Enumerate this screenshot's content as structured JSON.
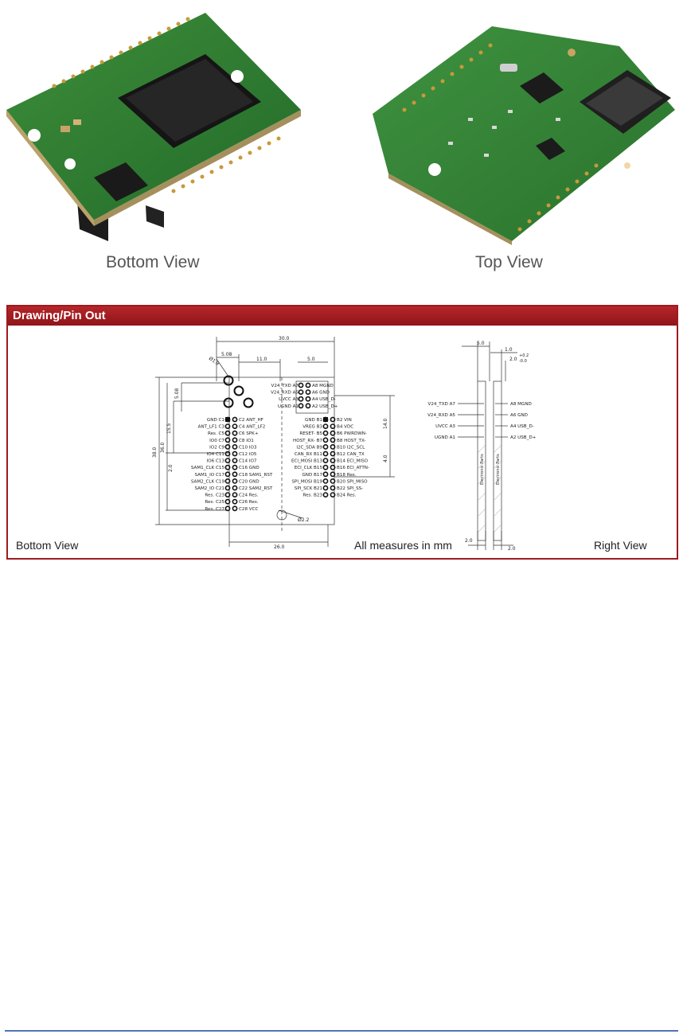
{
  "photos": {
    "bottom_caption": "Bottom View",
    "top_caption": "Top View"
  },
  "panel": {
    "title": "Drawing/Pin Out",
    "bottom_view_label": "Bottom View",
    "measures_label": "All measures in mm",
    "right_view_label": "Right View"
  },
  "dimensions": {
    "width_total": "30.0",
    "d_508_top": "5.08",
    "d_110": "11.0",
    "d_50": "5.0",
    "d_508_side": "5.08",
    "d_155": "15.5",
    "d_380": "38.0",
    "d_360": "36.0",
    "d_20": "2.0",
    "d_140": "14.0",
    "d_40": "4.0",
    "d_260": "26.0",
    "hole_top": "Ø1.9",
    "hole_bottom": "Ø2.2",
    "rv_50": "5.0",
    "rv_10": "1.0",
    "rv_20_tol": "2.0",
    "rv_tol_plus": "+0.2",
    "rv_tol_minus": "-0.0",
    "rv_bottom_20a": "2.0",
    "rv_bottom_20b": "2.0",
    "electronic_parts": "Electronic Parts"
  },
  "pins": {
    "a_left": [
      "V24_TXD A7",
      "V24_RXD A5",
      "UVCC A3",
      "UGND A1"
    ],
    "a_right": [
      "A8 MGND",
      "A6 GND",
      "A4 USB_D-",
      "A2 USB_D+"
    ],
    "c_left": [
      "GND C1",
      "ANT_LF1 C3",
      "Res. C5",
      "IO0 C7",
      "IO2 C9",
      "IO4 C11",
      "IO6 C13",
      "SAM1_CLK C15",
      "SAM1_IO C17",
      "SAM2_CLK C19",
      "SAM2_IO C21",
      "Res. C23",
      "Res. C25",
      "Res. C27"
    ],
    "c_right": [
      "C2 ANT_HF",
      "C4 ANT_LF2",
      "C6 SPK+",
      "C8 IO1",
      "C10 IO3",
      "C12 IO5",
      "C14 IO7",
      "C16 GND",
      "C18 SAM1_RST",
      "C20 GND",
      "C22 SAM2_RST",
      "C24 Res.",
      "C26 Res.",
      "C28 VCC"
    ],
    "b_left": [
      "GND B1",
      "VREG B3",
      "RESET- B5",
      "HOST_RX- B7",
      "I2C_SDA B9",
      "CAN_RX B11",
      "ECI_MOSI B13",
      "ECI_CLK B15",
      "GND B17",
      "SPI_MOSI B19",
      "SPI_SCK B21",
      "Res. B23"
    ],
    "b_right": [
      "B2 VIN",
      "B4 VDC",
      "B6 PWRDWN-",
      "B8 HOST_TX-",
      "B10 I2C_SCL",
      "B12 CAN_TX",
      "B14 ECI_MISO",
      "B16 ECI_ATTN-",
      "B18 Res.",
      "B20 SPI_MISO",
      "B22 SPI_SS-",
      "B24 Res."
    ],
    "rv_left": [
      "V24_TXD A7",
      "V24_RXD A5",
      "UVCC A3",
      "UGND A1"
    ],
    "rv_right": [
      "A8 MGND",
      "A6 GND",
      "A4 USB_D-",
      "A2 USB_D+"
    ]
  },
  "colors": {
    "pcb_green": "#2f7d32",
    "panel_red": "#9e1b1e",
    "footer_blue": "#4f74b8"
  }
}
